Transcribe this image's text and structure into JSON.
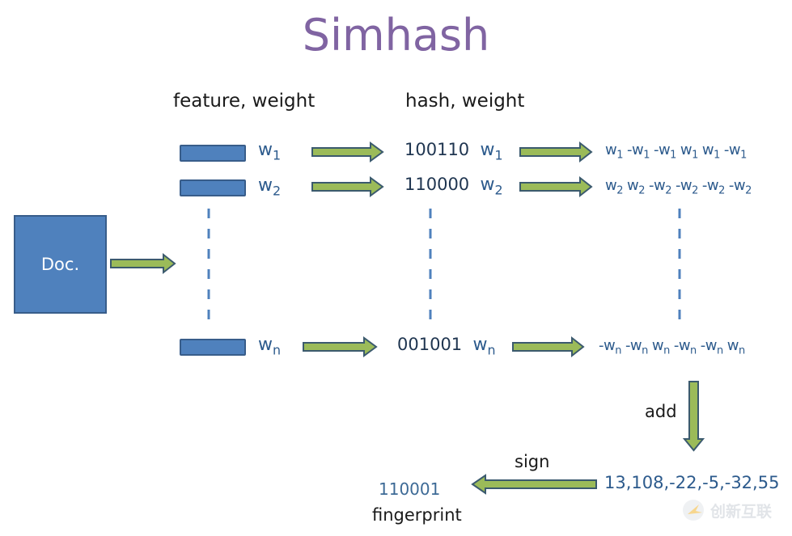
{
  "title": "Simhash",
  "headers": {
    "feature_weight": "feature, weight",
    "hash_weight": "hash, weight"
  },
  "doc_label": "Doc.",
  "rows": [
    {
      "weight": "w",
      "sub": "1",
      "hash": "100110",
      "vector": [
        {
          "sign": "",
          "w": "w",
          "sub": "1"
        },
        {
          "sign": "-",
          "w": "w",
          "sub": "1"
        },
        {
          "sign": "-",
          "w": "w",
          "sub": "1"
        },
        {
          "sign": "",
          "w": "w",
          "sub": "1"
        },
        {
          "sign": "",
          "w": "w",
          "sub": "1"
        },
        {
          "sign": "-",
          "w": "w",
          "sub": "1"
        }
      ]
    },
    {
      "weight": "w",
      "sub": "2",
      "hash": "110000",
      "vector": [
        {
          "sign": "",
          "w": "w",
          "sub": "2"
        },
        {
          "sign": "",
          "w": "w",
          "sub": "2"
        },
        {
          "sign": "-",
          "w": "w",
          "sub": "2"
        },
        {
          "sign": "-",
          "w": "w",
          "sub": "2"
        },
        {
          "sign": "-",
          "w": "w",
          "sub": "2"
        },
        {
          "sign": "-",
          "w": "w",
          "sub": "2"
        }
      ]
    },
    {
      "weight": "w",
      "sub": "n",
      "hash": "001001",
      "vector": [
        {
          "sign": "-",
          "w": "w",
          "sub": "n"
        },
        {
          "sign": "-",
          "w": "w",
          "sub": "n"
        },
        {
          "sign": "",
          "w": "w",
          "sub": "n"
        },
        {
          "sign": "-",
          "w": "w",
          "sub": "n"
        },
        {
          "sign": "-",
          "w": "w",
          "sub": "n"
        },
        {
          "sign": "",
          "w": "w",
          "sub": "n"
        }
      ]
    }
  ],
  "add_label": "add",
  "sum_vector": "13,108,-22,-5,-32,55",
  "sign_label": "sign",
  "fingerprint_value": "110001",
  "fingerprint_label": "fingerprint",
  "watermark": "创新互联",
  "colors": {
    "title": "#8064a2",
    "box_fill": "#4f81bd",
    "box_border": "#385d8a",
    "arrow_fill": "#9bbb59",
    "arrow_border": "#3b5a6e",
    "weight_text": "#2c5a8c"
  }
}
